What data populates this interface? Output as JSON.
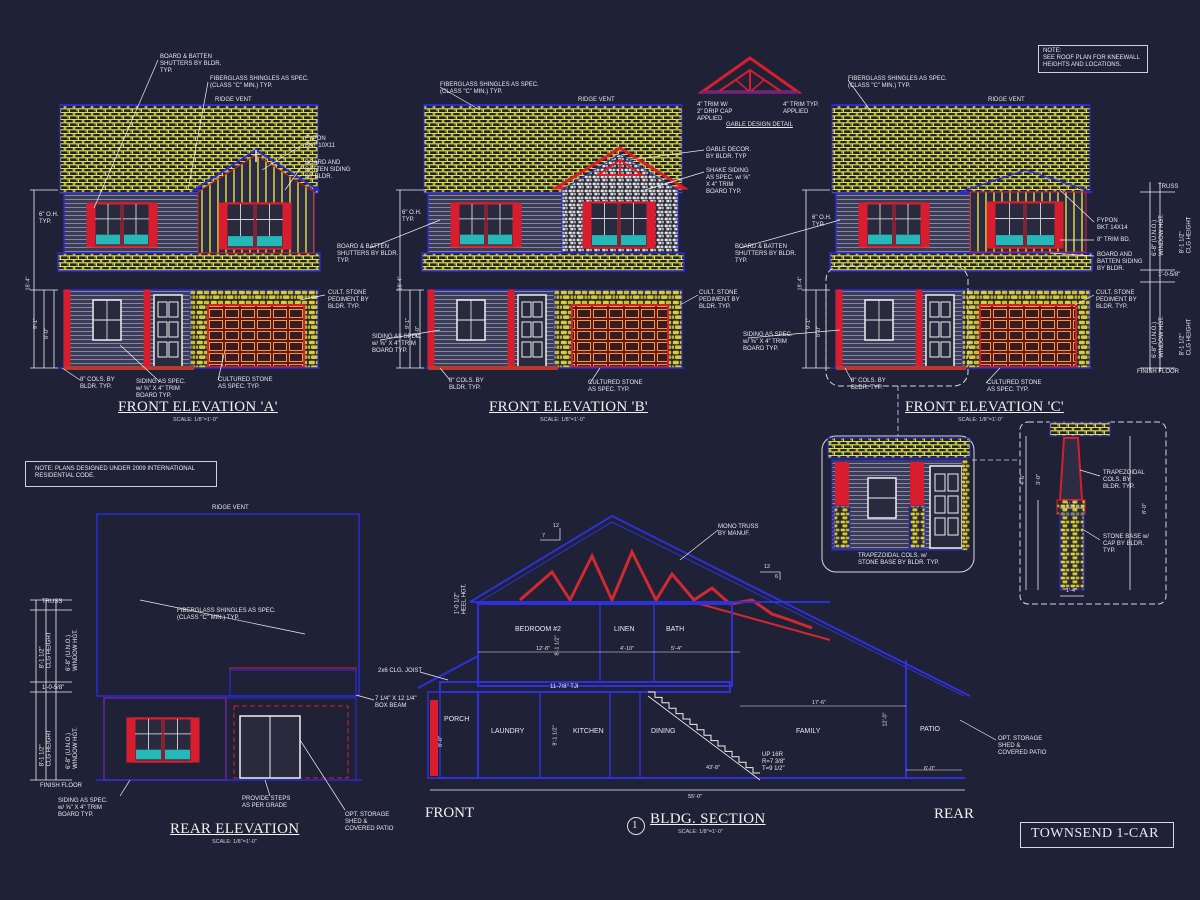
{
  "sheet": {
    "background": "#1f2136",
    "colors": {
      "roof": "#e8e83a",
      "outline": "#2b2bd6",
      "trim": "#d81e2e",
      "stone": "#d4c83a",
      "glass": "#25b8b8",
      "white": "#f0f0f0"
    },
    "title_block": "TOWNSEND 1-CAR"
  },
  "notes": {
    "roof_plan": "NOTE:\nSEE ROOF PLAN FOR KNEEWALL\nHEIGHTS AND LOCATIONS.",
    "irc": "NOTE: PLANS DESIGNED UNDER 2009 INTERNATIONAL\nRESIDENTIAL CODE."
  },
  "gable_detail": {
    "title": "GABLE DESIGN DETAIL",
    "left_label": "4\" TRIM W/\n2\" DRIP CAP\nAPPLIED",
    "right_label": "4\" TRIM TYP.\nAPPLIED"
  },
  "elev_a": {
    "title": "FRONT ELEVATION 'A'",
    "scale": "SCALE: 1/8\"=1'-0\"",
    "labels": {
      "shutters": "BOARD & BATTEN\nSHUTTERS BY BLDR.\nTYP.",
      "shingles": "FIBERGLASS SHINGLES AS SPEC.\n(CLASS \"C\" MIN.) TYP.",
      "ridge": "RIDGE VENT",
      "fypon": "FYPON\nBKT 10X11",
      "bb_siding": "BOARD AND\nBATTEN SIDING\nBY BLDR.",
      "oh": "6\" O.H.\nTYP.",
      "pediment": "CULT. STONE\nPEDIMENT BY\nBLDR. TYP.",
      "siding": "SIDING AS SPEC.\nw/ ⅝\" X 4\" TRIM\nBOARD TYP.",
      "cols": "8\" COLS. BY\nBLDR. TYP.",
      "stone": "CULTURED STONE\nAS SPEC. TYP."
    },
    "dims": [
      "18'-4\"",
      "9'-1\"",
      "8'-0\""
    ]
  },
  "elev_b": {
    "title": "FRONT ELEVATION 'B'",
    "scale": "SCALE: 1/8\"=1'-0\"",
    "labels": {
      "shingles": "FIBERGLASS SHINGLES AS SPEC.\n(CLASS \"C\" MIN.) TYP.",
      "ridge": "RIDGE VENT",
      "gable": "GABLE DECOR.\nBY BLDR. TYP",
      "shake": "SHAKE SIDING\nAS SPEC. w/ ⅝\"\nX 4\" TRIM\nBOARD TYP.",
      "oh": "6\" O.H.\nTYP.",
      "shutters": "BOARD & BATTEN\nSHUTTERS BY BLDR.\nTYP.",
      "pediment": "CULT. STONE\nPEDIMENT BY\nBLDR. TYP.",
      "siding": "SIDING AS SPEC.\nw/ ⅝\" X 4\" TRIM\nBOARD TYP.",
      "cols": "8\" COLS. BY\nBLDR. TYP.",
      "stone": "CULTURED STONE\nAS SPEC. TYP."
    },
    "dims": [
      "18'-4\"",
      "9'-1\"",
      "8'-0\""
    ]
  },
  "elev_c": {
    "title": "FRONT ELEVATION 'C'",
    "scale": "SCALE: 1/8\"=1'-0\"",
    "labels": {
      "shingles": "FIBERGLASS SHINGLES AS SPEC.\n(CLASS \"C\" MIN.) TYP.",
      "ridge": "RIDGE VENT",
      "oh": "6\" O.H.\nTYP.",
      "fypon": "FYPON\nBKT 14X14",
      "trim": "8\" TRIM BD.",
      "bb_siding": "BOARD AND\nBATTEN SIDING\nBY BLDR.",
      "shutters": "BOARD & BATTEN\nSHUTTERS BY BLDR.\nTYP.",
      "pediment": "CULT. STONE\nPEDIMENT BY\nBLDR. TYP.",
      "siding": "SIDING AS SPEC.\nw/ ⅝\" X 4\" TRIM\nBOARD TYP.",
      "cols": "8\" COLS. BY\nBLDR. TYP.",
      "stone": "CULTURED STONE\nAS SPEC. TYP.",
      "truss": "TRUSS",
      "win_hgt": "6'-8\" (U.N.O.)\nWINDOW HGT.",
      "clg_hgt": "8'-1 1/2\"\nCLG HEIGHT",
      "kneewall": "1'-0-5/8\"",
      "finish": "FINISH FLOOR"
    },
    "dims": [
      "18'-4\"",
      "9'-1\"",
      "8'-0\""
    ]
  },
  "detail_porch": {
    "label": "TRAPEZOIDAL COLS. w/\nSTONE BASE BY BLDR. TYP."
  },
  "detail_col": {
    "trap": "TRAPEZOIDAL\nCOLS. BY\nBLDR. TYP.",
    "base": "STONE BASE w/\nCAP BY BLDR.\nTYP.",
    "dims": [
      "4'-6\"",
      "3'-0\"",
      "1'-2\"",
      "1'-4\"",
      "8'-0\""
    ]
  },
  "rear": {
    "title": "REAR ELEVATION",
    "scale": "SCALE: 1/8\"=1'-0\"",
    "labels": {
      "ridge": "RIDGE VENT",
      "shingles": "FIBERGLASS SHINGLES AS SPEC.\n(CLASS \"C\" MIN.) TYP.",
      "beam": "7 1/4\" X 12 1/4\"\nBOX BEAM",
      "siding": "SIDING AS SPEC.\nw/ ⅝\" X 4\" TRIM\nBOARD TYP.",
      "steps": "PROVIDE STEPS\nAS PER GRADE",
      "patio": "OPT. STORAGE\nSHED &\nCOVERED PATIO",
      "truss": "TRUSS",
      "clg": "8'-1 1/2\"\nCLG HEIGHT",
      "win": "6'-8\" (U.N.O.)\nWINDOW HGT.",
      "knee": "1'-0-5/8\"",
      "finish": "FINISH FLOOR"
    }
  },
  "section": {
    "title": "BLDG. SECTION",
    "number": "1",
    "scale": "SCALE: 1/8\"=1'-0\"",
    "front": "FRONT",
    "rear": "REAR",
    "rooms_upper": [
      "BEDROOM #2",
      "LINEN",
      "BATH"
    ],
    "rooms_lower": [
      "PORCH",
      "LAUNDRY",
      "KITCHEN",
      "DINING",
      "FAMILY",
      "PATIO"
    ],
    "labels": {
      "truss": "MONO TRUSS\nBY MANUF.",
      "joist": "2x6 CLG. JOIST",
      "tji": "11-7/8\" TJI",
      "heel": "1'-0 1/2\"\nHEEL HGT.",
      "stair": "UP 16R\nR=7 3/8\"\nT=9 1/2\"",
      "patio_note": "OPT. STORAGE\nSHED &\nCOVERED PATIO"
    },
    "dims": {
      "overall": "55'-0\"",
      "bed": "12'-8\"",
      "linen": "4'-10\"",
      "bath": "5'-4\"",
      "family": "17'-6\"",
      "patio": "6'-0\"",
      "stair_run": "43'-8\"",
      "upper_h": "8'-1 1/2\"",
      "lower_h": "9'-1 1/2\"",
      "porch_h": "8'-0\"",
      "fam_h": "12'-0\"",
      "slope1": "12",
      "slope2": "7",
      "slope3": "12",
      "slope4": "6"
    }
  }
}
